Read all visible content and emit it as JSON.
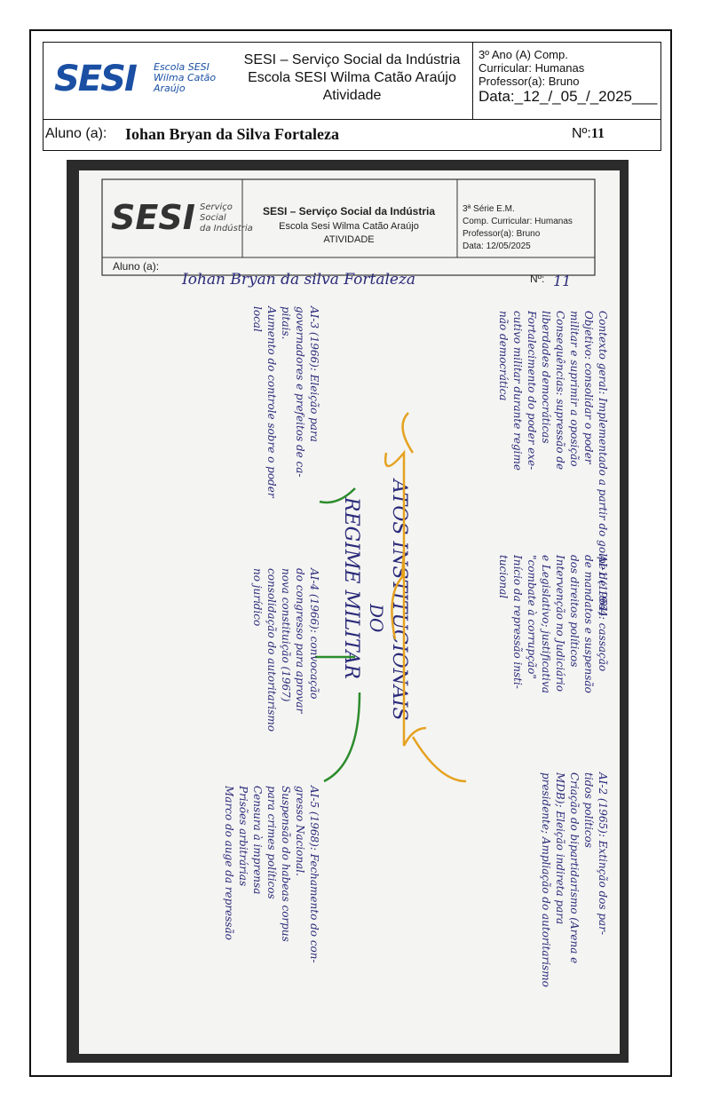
{
  "header": {
    "logo_text": "SESI",
    "logo_subtitle": [
      "Escola SESI",
      "Wilma Catão",
      "Araújo"
    ],
    "title_lines": [
      "SESI – Serviço Social da Indústria",
      "Escola SESI Wilma Catão Araújo",
      "Atividade"
    ],
    "info_lines": [
      "3º Ano (A) Comp.",
      "Curricular: Humanas",
      "Professor(a):  Bruno"
    ],
    "date_text": "Data:_12_/_05_/_2025___"
  },
  "student": {
    "label": "Aluno (a):",
    "name": "Iohan Bryan da Silva Fortaleza",
    "number_label": "Nº:",
    "number_value": "11"
  },
  "photo_sheet": {
    "logo_text": "SESI",
    "logo_subtitle": [
      "Serviço",
      "Social",
      "da Indústria"
    ],
    "title_lines": [
      "SESI – Serviço Social da Indústria",
      "Escola Sesi Wilma Catão Araújo",
      "ATIVIDADE"
    ],
    "info_lines": [
      "3ª Série E.M.",
      "Comp. Curricular: Humanas",
      "Professor(a): Bruno",
      "Data: 12/05/2025"
    ],
    "student_label": "Aluno (a):",
    "student_name": "Iohan Bryan da silva Fortaleza",
    "number_label": "Nº:",
    "number_value": "11"
  },
  "mindmap": {
    "center_line1": "ATOS INSTITUCIONAIS",
    "center_line2": "DO",
    "center_line3": "REGIME MILITAR",
    "nodes": [
      {
        "id": "contexto",
        "lines": [
          "Contexto geral: Implementado a partir do golpe de 1964",
          "Objetivo: consolidar o poder",
          "militar e suprimir a oposição",
          "Consequências: supressão de",
          "liberdades democráticas",
          "Fortalecimento do poder exe-",
          "cutivo militar durante regime",
          "não democrática"
        ]
      },
      {
        "id": "ai1",
        "lines": [
          "AI-1 (1964): cassação",
          "de mandatos e suspensão",
          "dos direitos políticos",
          "Intervenção no Judiciário",
          "e Legislativo; justificativa",
          "\"combate à corrupção\"",
          "Início da repressão insti-",
          "tucional"
        ]
      },
      {
        "id": "ai2",
        "lines": [
          "AI-2 (1965): Extinção dos par-",
          "tidos políticos",
          "Criação do bipartidarismo (Arena e",
          "MDB); Eleição indireta para",
          "presidente; Ampliação do autoritarismo"
        ]
      },
      {
        "id": "ai3",
        "lines": [
          "AI-3 (1966): Eleição para",
          "governadores e prefeitos de ca-",
          "pitais.",
          "Aumento do controle sobre o poder",
          "local"
        ]
      },
      {
        "id": "ai4",
        "lines": [
          "AI-4 (1966): convocação",
          "do congresso para aprovar",
          "nova constituição (1967)",
          "consolidação do autoritarismo",
          "no jurídico"
        ]
      },
      {
        "id": "ai5",
        "lines": [
          "AI-5 (1968): Fechamento do con-",
          "gresso Nacional.",
          "Suspensão do habeas corpus",
          "para crimes políticos",
          "Censura à imprensa",
          "Prisões arbitrárias",
          "Marco do auge da repressão"
        ]
      }
    ]
  }
}
